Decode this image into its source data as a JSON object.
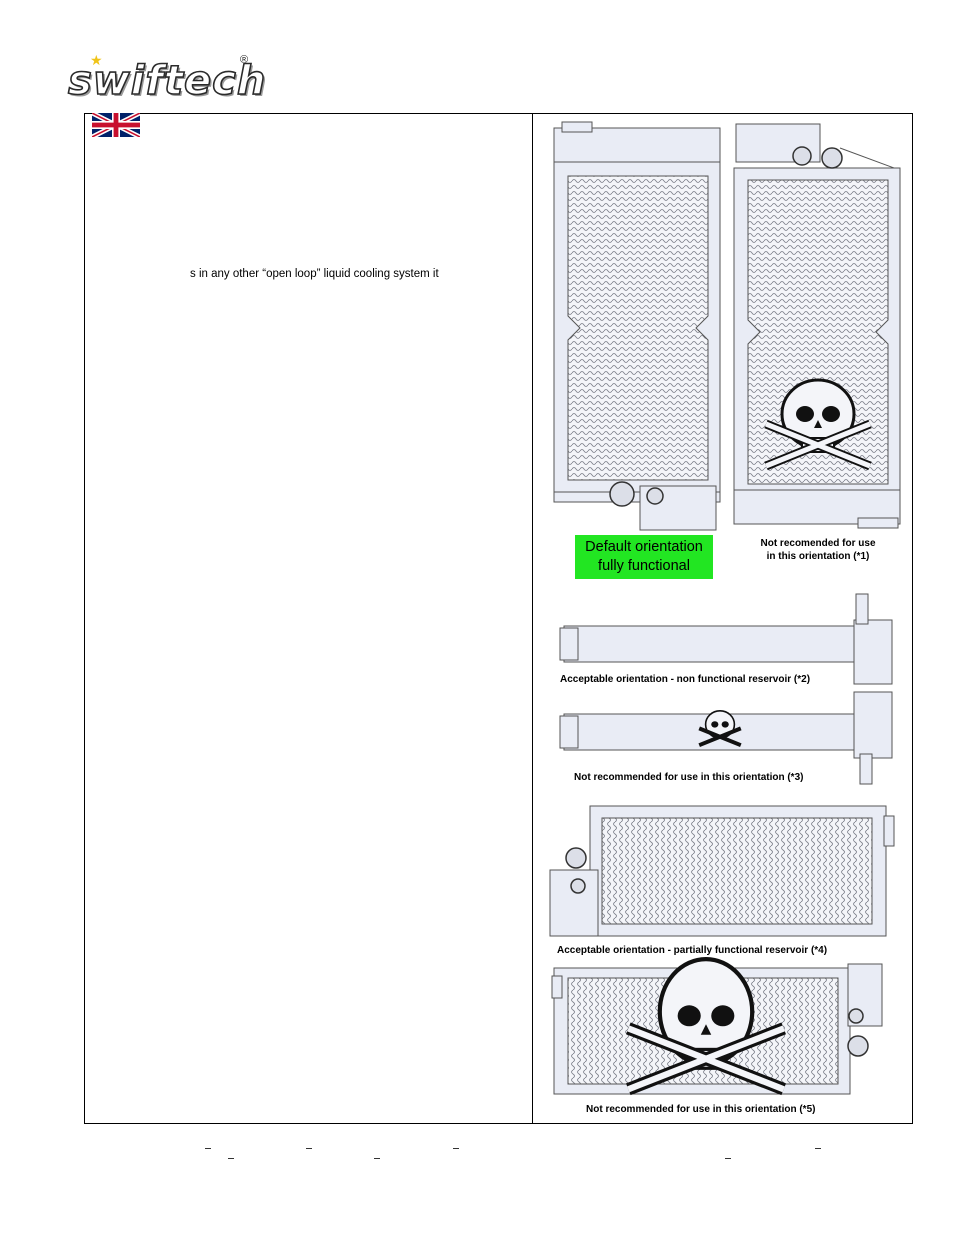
{
  "header": {
    "logo_text": "swiftech",
    "logo_registered": "®",
    "logo_star": "★"
  },
  "left": {
    "flag_icon": "uk-flag-icon",
    "body_fragment": "s in any other “open loop” liquid cooling system it"
  },
  "figures": {
    "default_badge_line1": "Default orientation",
    "default_badge_line2": "fully functional",
    "caption_1_line1": "Not recomended for use",
    "caption_1_line2": "in this orientation (*1)",
    "caption_2": "Acceptable orientation - non functional reservoir (*2)",
    "caption_3": "Not recommended for use in this orientation (*3)",
    "caption_4": "Acceptable orientation - partially functional reservoir (*4)",
    "caption_5": "Not recommended for use in this orientation (*5)"
  },
  "colors": {
    "badge_green": "#22e622",
    "radiator_fill": "#e9ecf5",
    "grille_line": "#7a7d88"
  }
}
